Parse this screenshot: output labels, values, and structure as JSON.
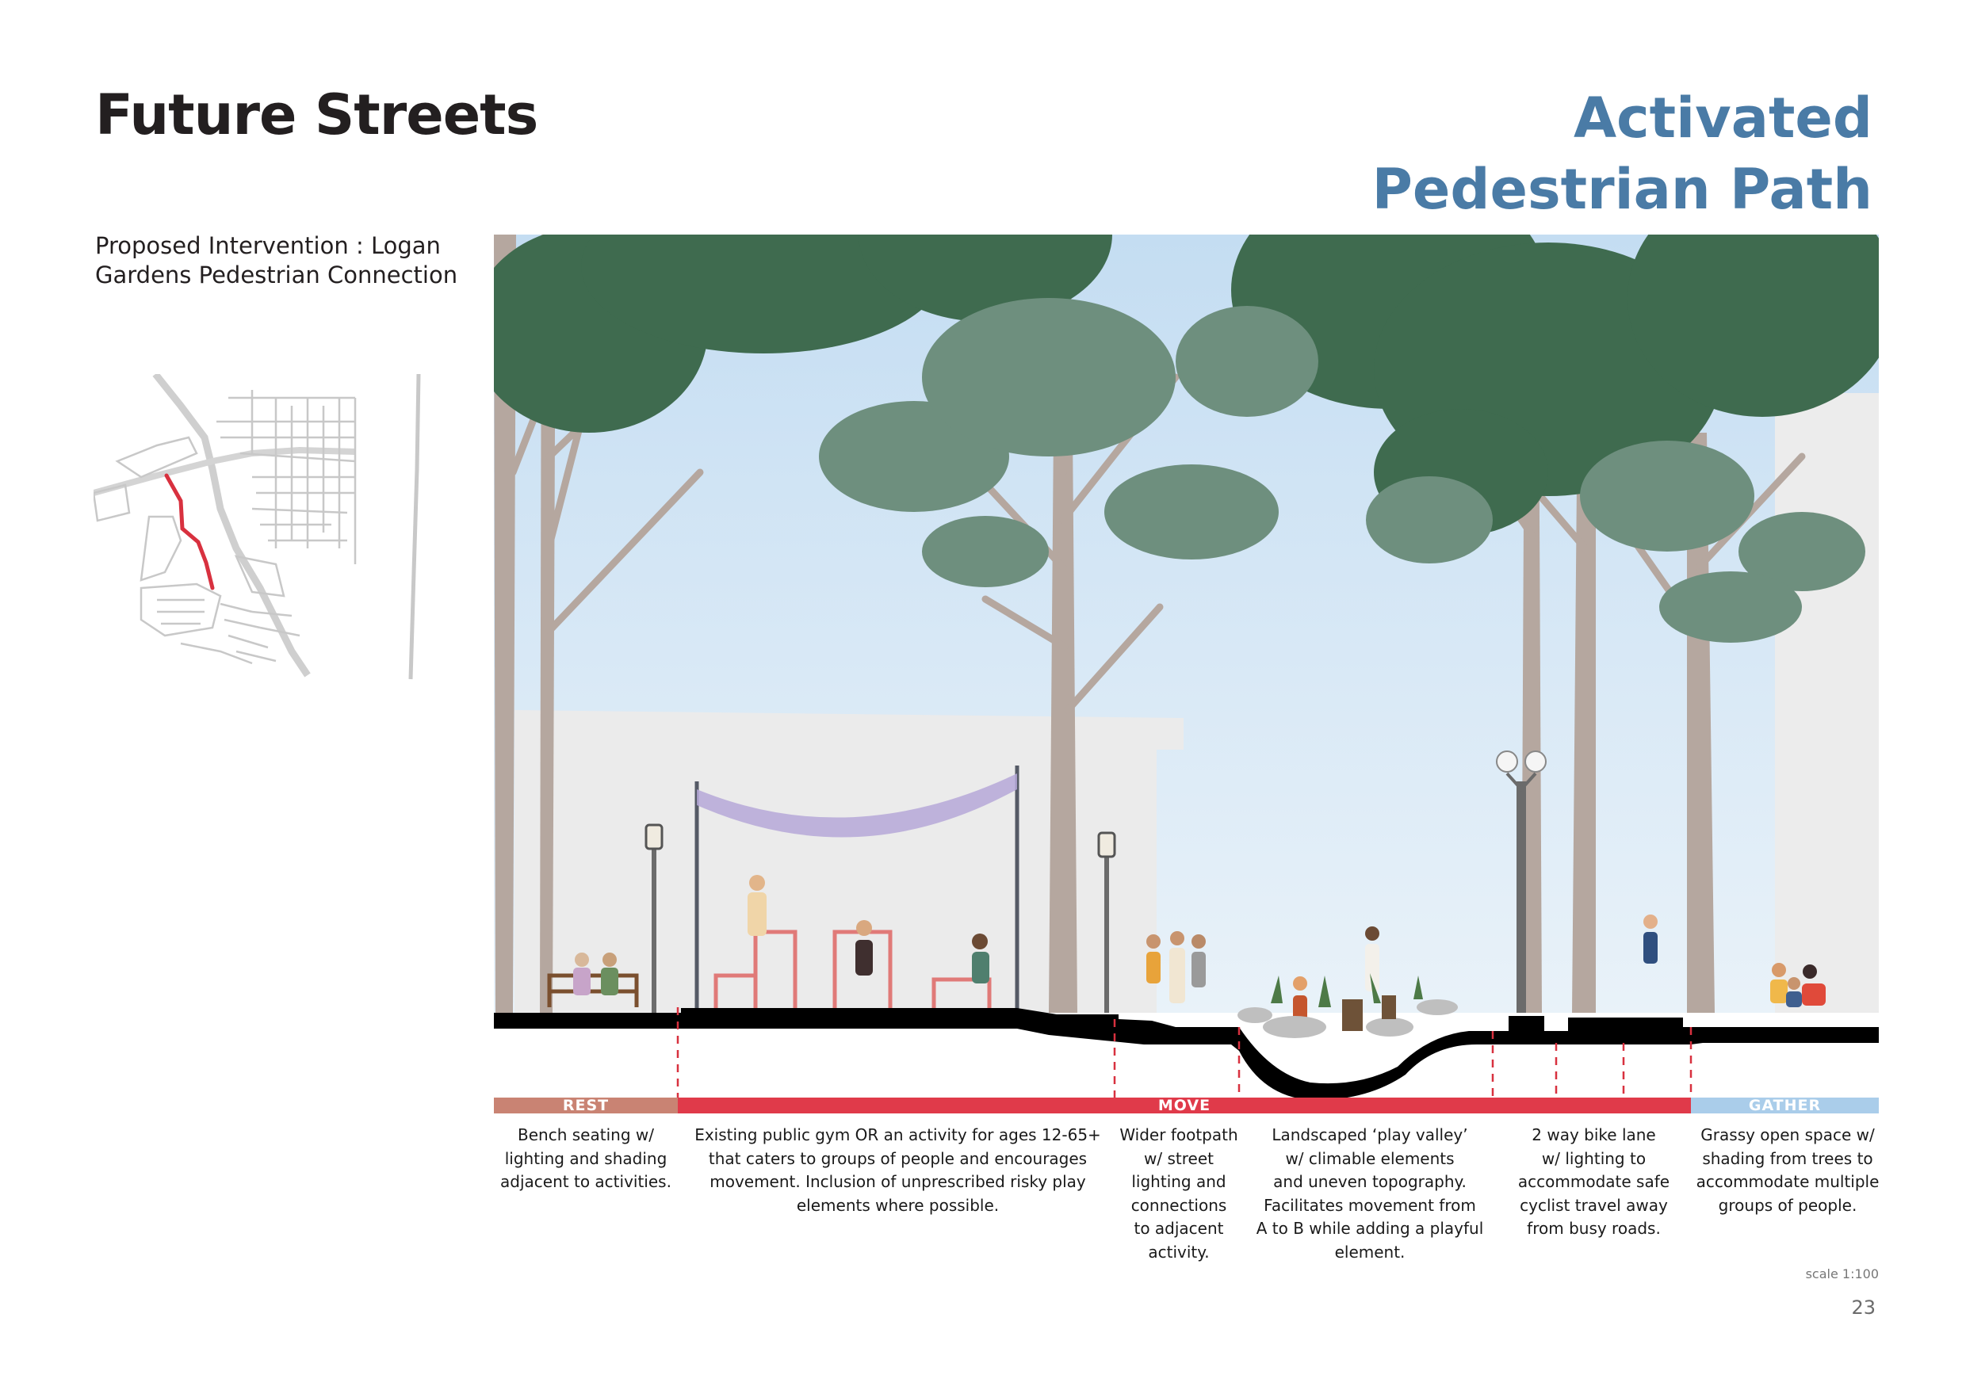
{
  "header": {
    "title": "Future Streets",
    "subtitle_line1": "Activated",
    "subtitle_line2": "Pedestrian Path"
  },
  "intervention": {
    "line1": "Proposed Intervention : Logan",
    "line2": "Gardens Pedestrian Connection"
  },
  "zones": {
    "rest": "REST",
    "move": "MOVE",
    "gather": "GATHER"
  },
  "notes": {
    "bench": [
      "Bench seating w/",
      "lighting and shading",
      "adjacent to activities."
    ],
    "gym": [
      "Existing public gym OR an activity for ages 12-65+",
      "that caters to groups of people and encourages",
      "movement. Inclusion of unprescribed risky play",
      "elements where possible."
    ],
    "footpath": [
      "Wider footpath",
      "w/ street",
      "lighting and",
      "connections",
      "to adjacent",
      "activity."
    ],
    "valley": [
      "Landscaped ‘play valley’",
      "w/ climable elements",
      "and uneven topography.",
      "Facilitates movement from",
      "A to B while adding a playful",
      "element."
    ],
    "bike": [
      "2 way bike lane",
      "w/ lighting to",
      "accommodate safe",
      "cyclist travel away",
      "from busy roads."
    ],
    "grass": [
      "Grassy open space w/",
      "shading from trees to",
      "accommodate multiple",
      "groups of people."
    ]
  },
  "scale": "scale 1:100",
  "page_number": "23",
  "colors": {
    "title": "#231f20",
    "subtitle": "#4a7ba6",
    "rest": "#c98373",
    "move": "#e03a4a",
    "gather": "#aacdea",
    "route": "#d8313f"
  }
}
